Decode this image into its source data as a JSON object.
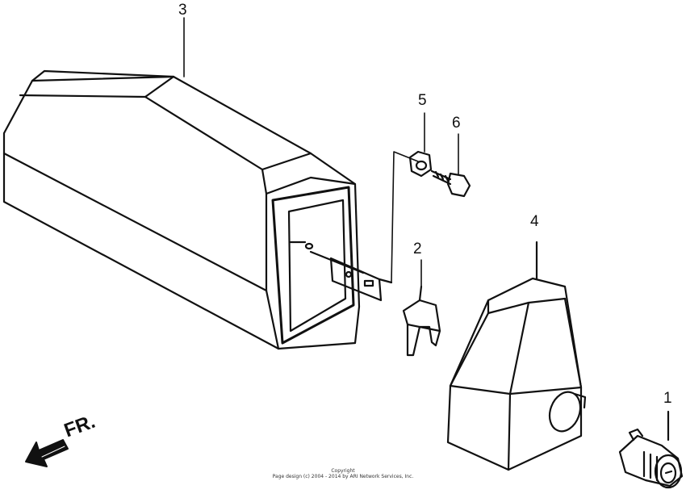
{
  "callouts": [
    "1",
    "2",
    "3",
    "4",
    "5",
    "6"
  ],
  "front_marker": {
    "label": "FR."
  },
  "copyright": {
    "line1": "Copyright",
    "line2": "Page design (c) 2004 - 2014 by ARI Network Services, Inc."
  },
  "colors": {
    "ink": "#111111",
    "paper": "#ffffff"
  }
}
